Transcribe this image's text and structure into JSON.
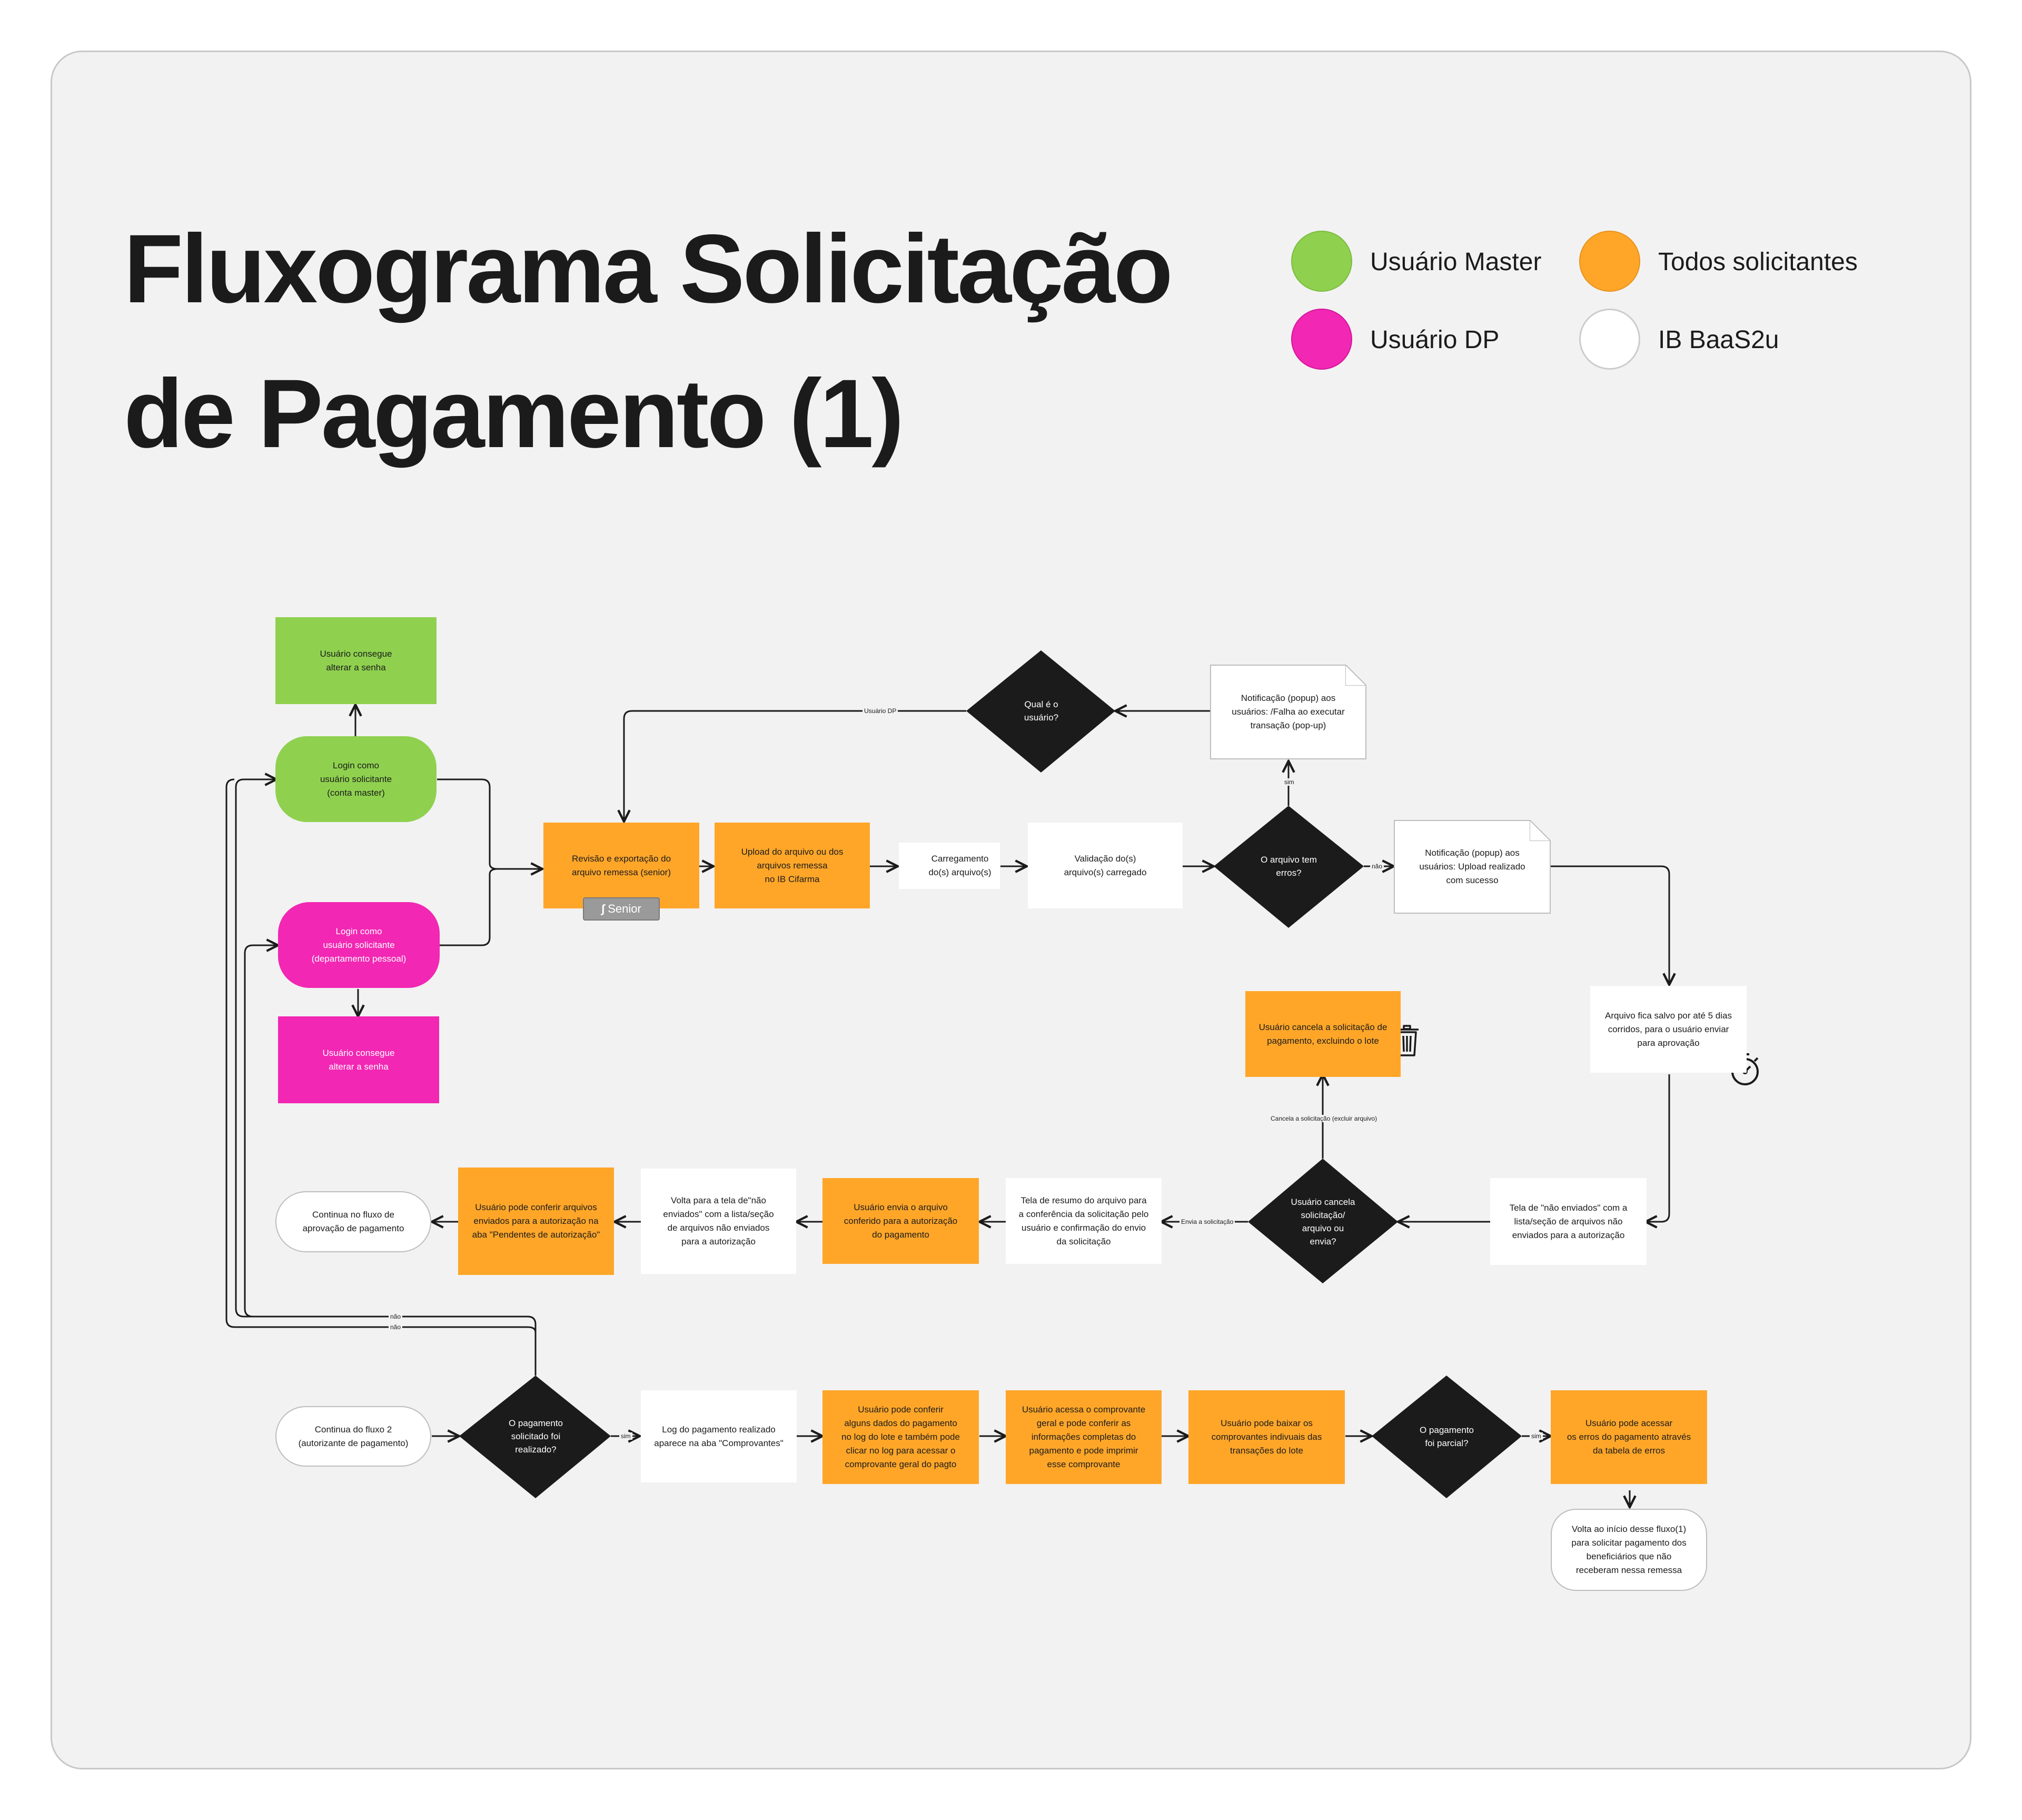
{
  "title": {
    "line1": "Fluxograma Solicitação",
    "line2": "de Pagamento (1)"
  },
  "legend": [
    {
      "label": "Usuário Master",
      "color": "#8fd14f"
    },
    {
      "label": "Todos solicitantes",
      "color": "#ffa629"
    },
    {
      "label": "Usuário DP",
      "color": "#f227b3"
    },
    {
      "label": "IB BaaS2u",
      "color": "#ffffff"
    }
  ],
  "nodes": {
    "master_change_password": "Usuário consegue\nalterar a senha",
    "login_master": "Login como\nusuário solicitante\n(conta master)",
    "login_dp": "Login como\nusuário solicitante\n(departamento pessoal)",
    "dp_change_password": "Usuário consegue\nalterar a senha",
    "review_export": "Revisão e exportação do\narquivo remessa (senior)",
    "senior_badge": "Senior",
    "upload_file": "Upload do arquivo ou dos\narquivos remessa\nno IB Cifarma",
    "loading_files": "Carregamento\ndo(s) arquivo(s)",
    "validation": "Validação do(s)\narquivo(s) carregado",
    "file_has_errors": "O arquivo tem\nerros?",
    "which_user": "Qual é o\nusuário?",
    "notify_failure": "Notificação (popup) aos\nusuários: /Falha ao executar\ntransação (pop-up)",
    "notify_success": "Notificação (popup) aos\nusuários: Upload realizado\ncom sucesso",
    "file_saved": "Arquivo fica salvo por até 5 dias\ncorridos, para o usuário enviar\npara aprovação",
    "not_sent_screen": "Tela de \"não enviados\" com a\nlista/seção de arquivos não\nenviados para a autorização",
    "cancel_or_send": "Usuário cancela\nsolicitação/\narquivo ou\nenvia?",
    "cancel_request": "Usuário cancela a solicitação de\npagamento, excluindo o lote",
    "summary_screen": "Tela de resumo do arquivo para\na conferência da solicitação pelo\nusuário e confirmação do envio\nda solicitação",
    "send_checked": "Usuário envia o arquivo\nconferido para a autorização\ndo pagamento",
    "back_not_sent": "Volta para a tela de\"não\nenviados\" com a lista/seção\nde arquivos não enviados\npara a autorização",
    "check_pending": "Usuário pode conferir arquivos\nenviados para a autorização na\naba \"Pendentes de autorização\"",
    "continue_approval": "Continua no fluxo de\naprovação de pagamento",
    "continue_flow2": "Continua do fluxo 2\n(autorizante de pagamento)",
    "payment_done": "O pagamento\nsolicitado foi\nrealizado?",
    "payment_log": "Log do pagamento realizado\naparece na aba \"Comprovantes\"",
    "check_lot_data": "Usuário pode conferir\nalguns  dados do pagamento\nno log do lote e também pode\nclicar no  log para acessar o\ncomprovante geral do pagto",
    "access_receipt": "Usuário acessa o comprovante\ngeral e pode conferir as\ninformações completas do\npagamento e pode imprimir\nesse comprovante",
    "download_receipts": "Usuário pode baixar os\ncomprovantes indivuais das\ntransações do lote",
    "payment_partial": "O pagamento\nfoi parcial?",
    "access_errors": "Usuário pode acessar\nos erros do pagamento através\nda tabela de erros",
    "back_to_start": "Volta ao início desse fluxo(1)\npara solicitar pagamento dos\nbeneficiários que não\nreceberam nessa remessa"
  },
  "edge_labels": {
    "user_dp": "Usuário DP",
    "yes_failure": "sim",
    "no_errors": "não",
    "send_request": "Envia a solicitação",
    "cancel_request": "Cancela a solicitação (excluir arquivo)",
    "no_1": "não",
    "no_2": "não",
    "yes_payment": "sim",
    "yes_partial": "sim"
  },
  "icons": [
    "spinner-icon",
    "trash-icon",
    "stopwatch-icon",
    "senior-logo-icon"
  ]
}
